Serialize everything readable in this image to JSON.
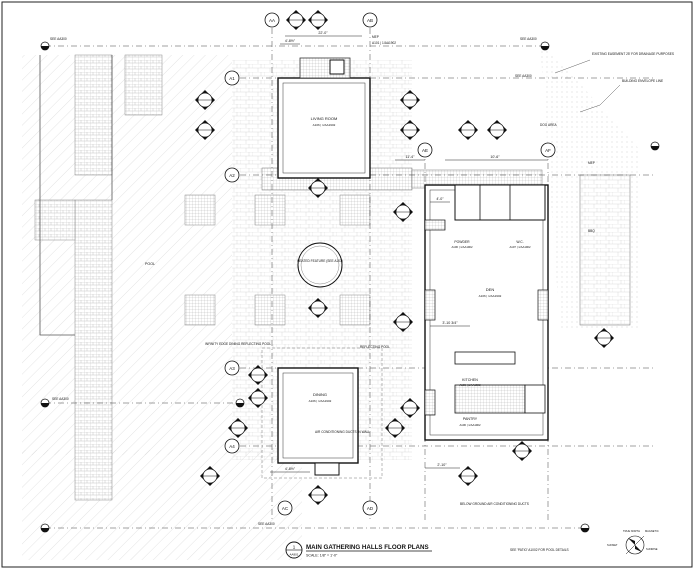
{
  "sheet": {
    "title": "MAIN GATHERING HALLS FLOOR PLANS",
    "scale": "SCALE: 1/8\" = 1'-0\"",
    "detail_number": "1",
    "detail_sheet": "AA901"
  },
  "gridlines": {
    "top": [
      "AA",
      "AB"
    ],
    "left": [
      "A1",
      "A2",
      "A3",
      "A4"
    ],
    "mid": [
      "AE",
      "AF"
    ],
    "bottom": [
      "AC",
      "AD"
    ]
  },
  "rooms": {
    "living": {
      "name": "LIVING ROOM",
      "ref": "A106 | 1/AA1902"
    },
    "dining": {
      "name": "DINING",
      "ref": "A106 | 1/AA1902"
    },
    "den": {
      "name": "DEN",
      "ref": "A106 | 1/AA1902"
    },
    "kitchen": {
      "name": "KITCHEN",
      "ref": "A106 | 1/AA1902"
    },
    "pantry": {
      "name": "PANTRY",
      "ref": "A106 | 1/AA1902"
    },
    "powder": {
      "name": "POWDER",
      "ref": "A106 | 1/AA1902"
    },
    "wc": {
      "name": "W.C.",
      "ref": "A107 | 1/AA1902"
    }
  },
  "annotations": {
    "water_feature": "HEATED FEATURE (SEE A103)",
    "infinity_edge": "INFINITY EDGE DINING REFLECTING POOL",
    "reflecting_pool": "REFLECTING POOL",
    "ac_ducts": "AIR CONDITIONING DUCTS IN WALL",
    "below_ground": "BELOW GROUND AIR CONDITIONING DUCTS",
    "easement": "EXISTING EASEMENT 25' FOR DRAINAGE PURPOSES",
    "building_envelope": "BUILDING ENVELOPE LINE",
    "dog_area": "DOG AREA",
    "pool": "POOL",
    "bbq": "BBQ",
    "mep": "MEP",
    "mep_ref": "A101 | 1/AA1902",
    "see_aa300": "SEE AA300",
    "note": "SEE 'PATIO' A1002 FOR POOL DETAILS"
  },
  "dimensions": {
    "top_span": "22'-0\"",
    "dim_a": "4'-8½\"",
    "dim_b": "11'-4\"",
    "dim_c": "10'-6\"",
    "dim_d": "3'-10 3/4\"",
    "dim_e": "4'-0\"",
    "dim_f": "2'-10\"",
    "dim_g": "4'-8½\""
  },
  "north_arrow": {
    "true_north": "TRUE NORTH",
    "magnetic": "MAGNETIC",
    "sunset": "SUNSET",
    "sunrise": "SUNRISE"
  }
}
